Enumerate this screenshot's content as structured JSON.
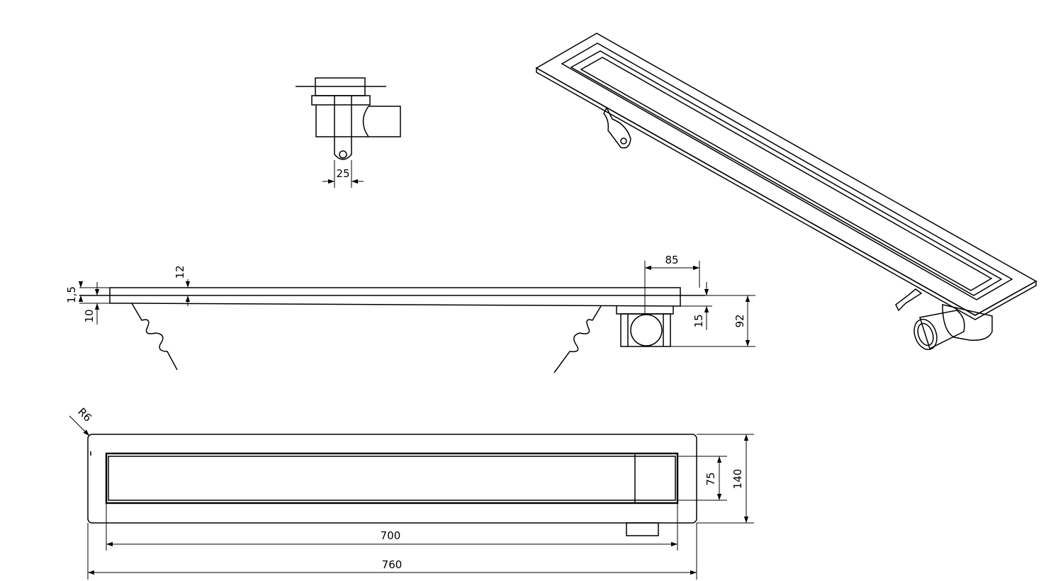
{
  "drawing": {
    "top_view": {
      "width_dim": "25"
    },
    "side_view": {
      "top_plate_dim": "1,5",
      "flange_dim": "10",
      "channel_depth_dim": "12",
      "outlet_offset_dim": "85",
      "outlet_step_dim": "15",
      "total_height_dim": "92"
    },
    "plan_view": {
      "corner_radius_dim": "R6",
      "grate_width_dim": "75",
      "total_width_dim": "140",
      "grate_length_dim": "700",
      "total_length_dim": "760"
    }
  },
  "colors": {
    "line": "#000000",
    "iso_body": "#a9a9a9",
    "iso_inner": "#7a7a7a",
    "iso_grate": "#555555",
    "outlet_fill": "#bdbdbd"
  }
}
